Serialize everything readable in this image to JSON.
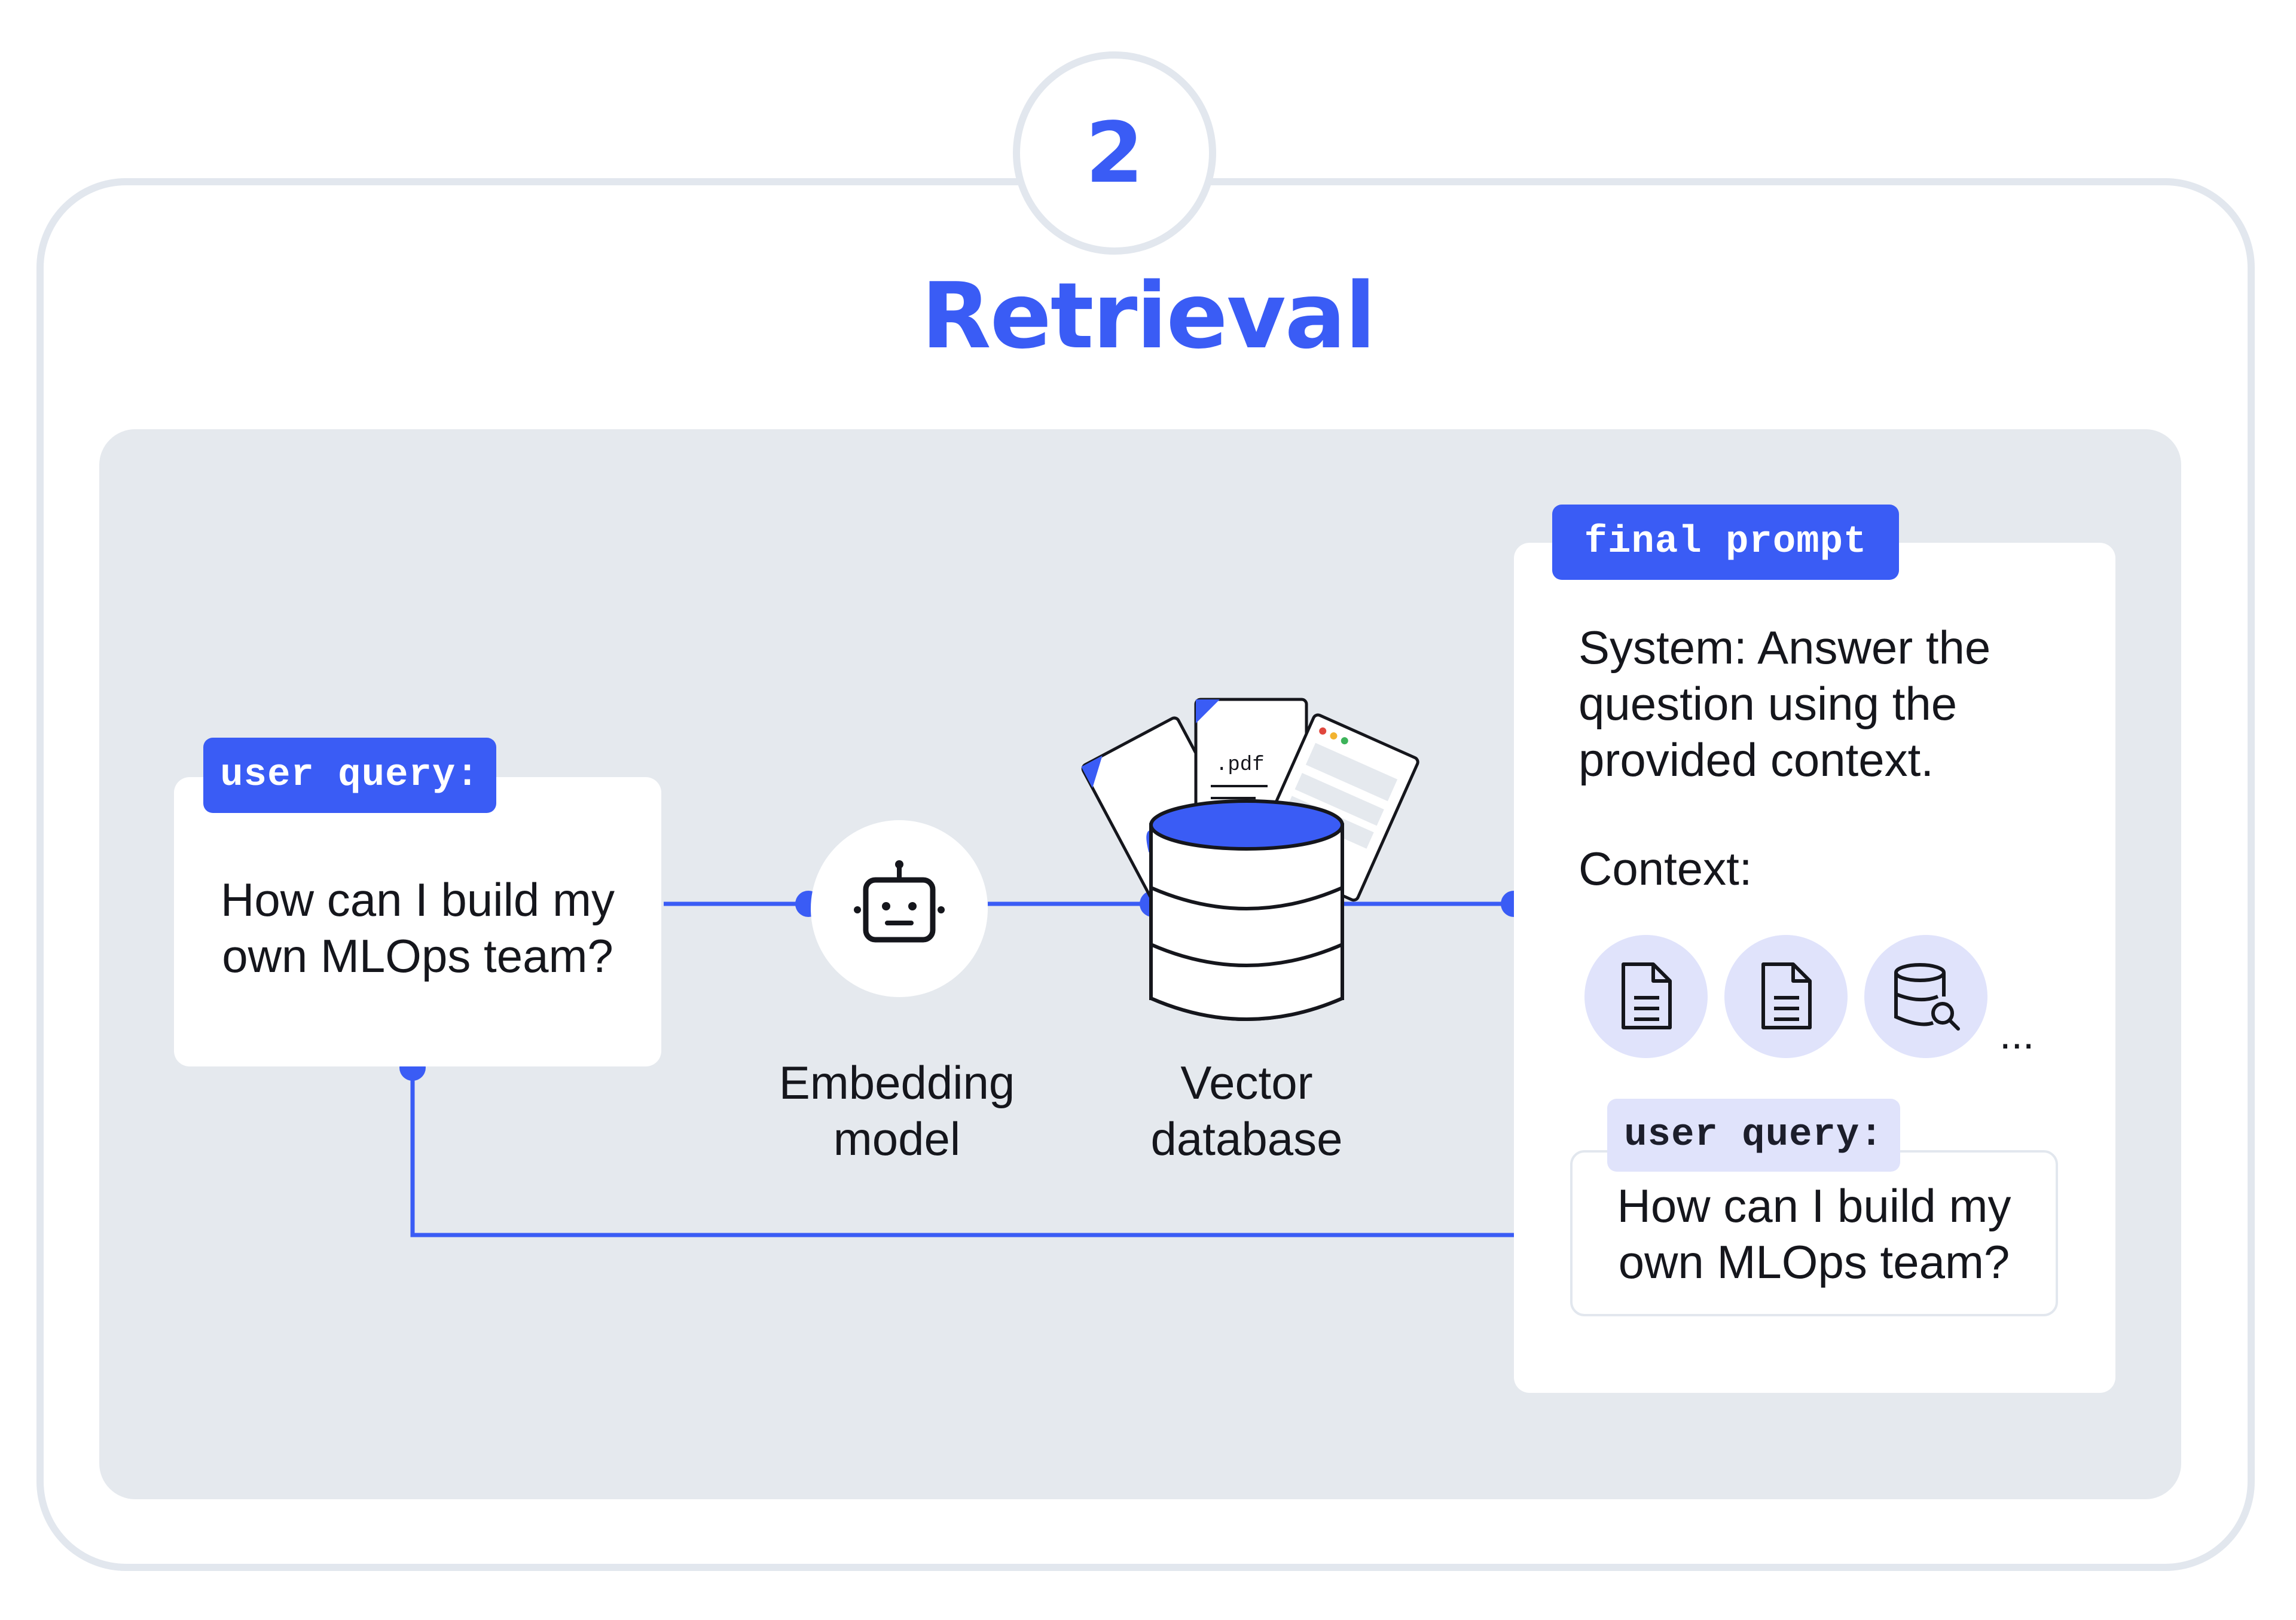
{
  "header": {
    "step_number": "2",
    "title": "Retrieval"
  },
  "user_query_card": {
    "tag": "user query:",
    "line1": "How can I build my",
    "line2": "own MLOps team?"
  },
  "embedding": {
    "icon": "robot-icon",
    "line1": "Embedding",
    "line2": "model"
  },
  "vector_db": {
    "icon": "database-with-documents-icon",
    "file_label": ".pdf",
    "line1": "Vector",
    "line2": "database"
  },
  "final_prompt": {
    "tag": "final prompt",
    "system_lines": [
      "System: Answer the",
      "question using the",
      "provided context."
    ],
    "context_label": "Context:",
    "context_icons": [
      "document-icon",
      "document-icon",
      "database-search-icon"
    ],
    "ellipsis": "...",
    "query_tag": "user query:",
    "query_line1": "How can I build my",
    "query_line2": "own MLOps team?"
  },
  "colors": {
    "accent": "#3a5cf5",
    "panel": "#e5e9ee",
    "frame": "#e2e7ee",
    "chip": "#e0e3fb"
  }
}
